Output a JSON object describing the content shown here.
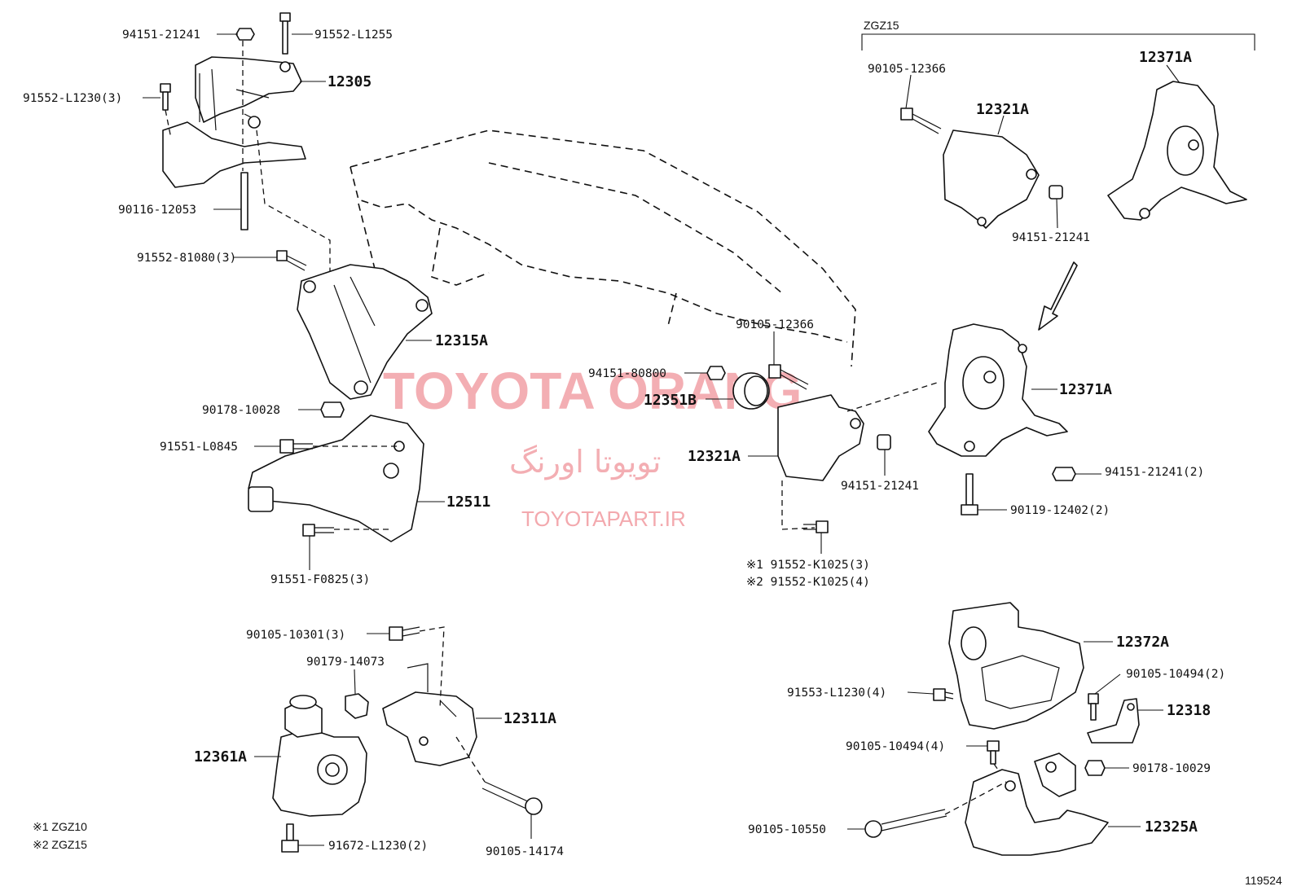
{
  "diagram_id": "119524",
  "variant_header": "ZGZ15",
  "watermark": {
    "brand": "TOYOTA ORANG",
    "persian": "تویوتا اورنگ",
    "url": "TOYOTAPART.IR"
  },
  "legend": {
    "note1": "※1 ZGZ10",
    "note2": "※2 ZGZ15"
  },
  "labels": {
    "p94151_21241_a": "94151-21241",
    "p91552_L1255": "91552-L1255",
    "p91552_L1230": "91552-L1230(3)",
    "p12305": "12305",
    "p90116_12053": "90116-12053",
    "p91552_81080": "91552-81080(3)",
    "p12315A": "12315A",
    "p90178_10028": "90178-10028",
    "p91551_L0845": "91551-L0845",
    "p12511": "12511",
    "p91551_F0825": "91551-F0825(3)",
    "p90105_12366_a": "90105-12366",
    "p12321A_a": "12321A",
    "p12371A_a": "12371A",
    "p94151_21241_b": "94151-21241",
    "p90105_12366_b": "90105-12366",
    "p94151_80800": "94151-80800",
    "p12351B": "12351B",
    "p12321A_b": "12321A",
    "p94151_21241_c": "94151-21241",
    "p12371A_b": "12371A",
    "p94151_21241_d": "94151-21241(2)",
    "p90119_12402": "90119-12402(2)",
    "p91552_K1025_1": "※1 91552-K1025(3)",
    "p91552_K1025_2": "※2 91552-K1025(4)",
    "p90105_10301": "90105-10301(3)",
    "p90179_14073": "90179-14073",
    "p12311A": "12311A",
    "p12361A": "12361A",
    "p90105_14174": "90105-14174",
    "p91672_L1230": "91672-L1230(2)",
    "p12372A": "12372A",
    "p90105_10494_a": "90105-10494(2)",
    "p12318": "12318",
    "p91553_L1230": "91553-L1230(4)",
    "p90105_10494_b": "90105-10494(4)",
    "p90178_10029": "90178-10029",
    "p90105_10550": "90105-10550",
    "p12325A": "12325A"
  }
}
